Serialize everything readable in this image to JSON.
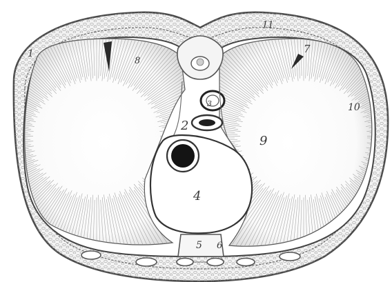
{
  "figure": {
    "labels": {
      "n1": "1",
      "n2": "2",
      "n3": "3",
      "n4": "4",
      "n5": "5",
      "n6": "6",
      "n7": "7",
      "n8": "8",
      "n9": "9",
      "n10": "10",
      "n11": "11"
    }
  }
}
